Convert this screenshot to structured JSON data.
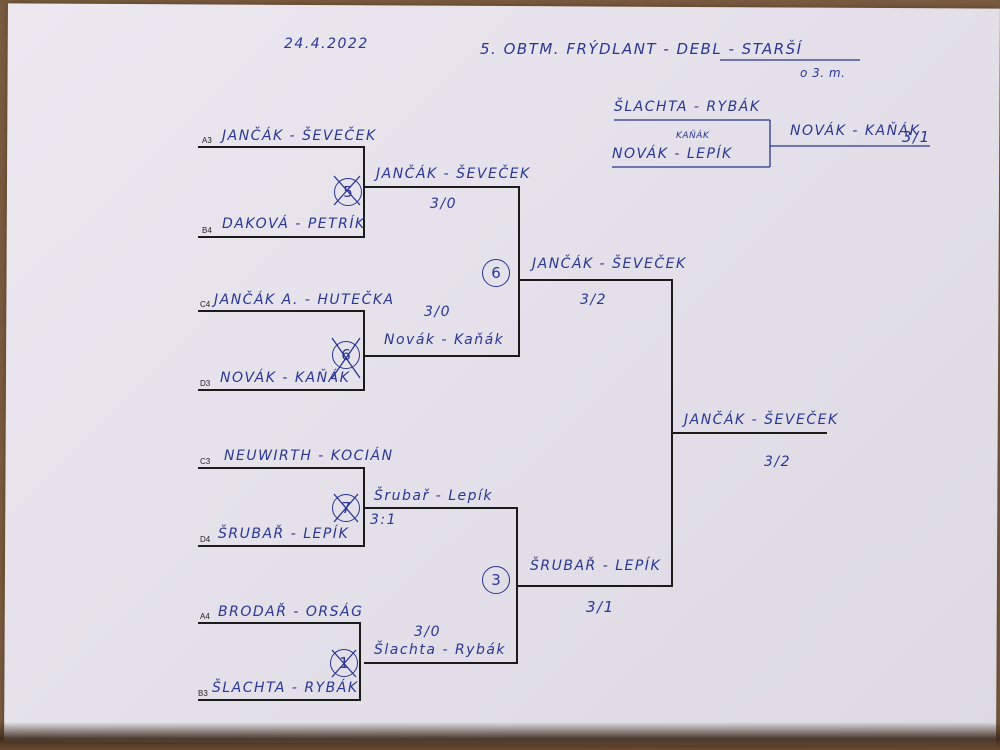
{
  "header": {
    "date": "24.4.2022",
    "title": "5. OBTM. FRÝDLANT - DEBL - STARŠÍ",
    "subtitle": "o 3. m."
  },
  "third_place": {
    "top_pair": "ŠLACHTA - RYBÁK",
    "bottom_pair_note": "KAŇÁK",
    "bottom_pair": "NOVÁK - LEPÍK",
    "winner": "NOVÁK - KAŇÁK",
    "score": "3/1"
  },
  "round1": [
    {
      "seed": "A3",
      "pair": "JANČÁK - ŠEVEČEK"
    },
    {
      "seed": "B4",
      "pair": "DAKOVÁ - PETRÍK"
    },
    {
      "seed": "C4",
      "pair": "JANČÁK A. - HUTEČKA"
    },
    {
      "seed": "D3",
      "pair": "NOVÁK - KAŇÁK"
    },
    {
      "seed": "C3",
      "pair": "NEUWIRTH - KOCIÁN"
    },
    {
      "seed": "D4",
      "pair": "ŠRUBAŘ - LEPÍK"
    },
    {
      "seed": "A4",
      "pair": "BRODAŘ - ORSÁG"
    },
    {
      "seed": "B3",
      "pair": "ŠLACHTA - RYBÁK"
    }
  ],
  "match_numbers": [
    "5",
    "6",
    "7",
    "1",
    "6",
    "3"
  ],
  "round2": [
    {
      "pair": "JANČÁK - ŠEVEČEK",
      "score": "3/0"
    },
    {
      "pair": "Novák - Kaňák",
      "score": "3/0"
    },
    {
      "pair": "Šrubař - Lepík",
      "score": "3:1"
    },
    {
      "pair": "Šlachta - Rybák",
      "score": "3/0"
    }
  ],
  "semifinal": [
    {
      "pair": "JANČÁK - ŠEVEČEK",
      "score": "3/2"
    },
    {
      "pair": "ŠRUBAŘ - LEPÍK",
      "score": "3/1"
    }
  ],
  "final": {
    "pair": "JANČÁK - ŠEVEČEK",
    "score": "3/2"
  }
}
